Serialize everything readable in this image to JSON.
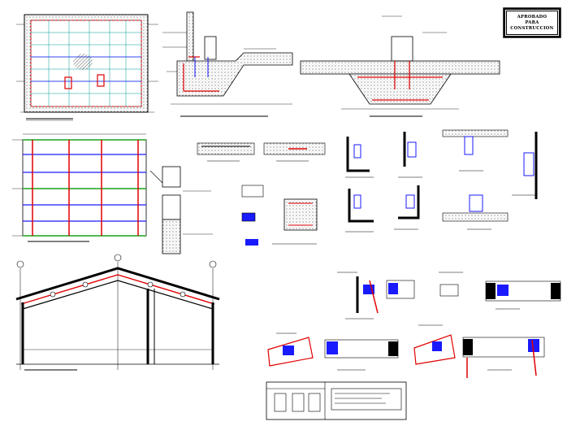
{
  "stamp": {
    "line1": "APROBADO",
    "line2": "PARA",
    "line3": "CONSTRUCCION"
  },
  "colors": {
    "background": "#ffffff",
    "line": "#000000",
    "rebar_red": "#e00000",
    "grid_blue": "#1a1aff",
    "tie_green": "#1aa01a",
    "cyan_grid": "#009c9c",
    "concrete_fill": "#bdbdbd"
  }
}
